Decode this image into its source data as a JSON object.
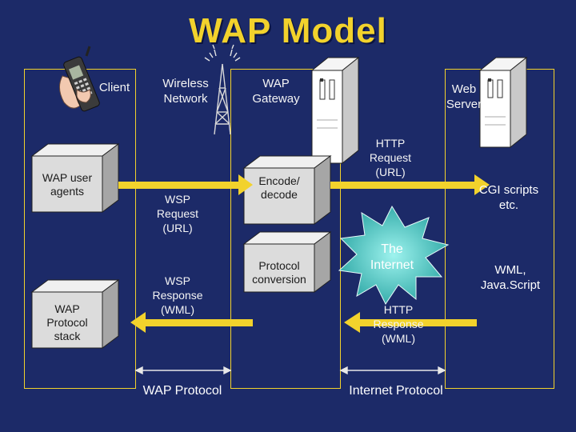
{
  "title": "WAP Model",
  "client_label": "Client",
  "wireless_network_label": "Wireless\nNetwork",
  "gateway_label": "WAP\nGateway",
  "web_server_label": "Web\nServer",
  "wap_user_agents": "WAP user\nagents",
  "wap_protocol_stack": "WAP\nProtocol\nstack",
  "encode_decode": "Encode/\ndecode",
  "protocol_conversion": "Protocol\nconversion",
  "wsp_request": "WSP\nRequest\n(URL)",
  "wsp_response": "WSP\nResponse\n(WML)",
  "http_request": "HTTP\nRequest\n(URL)",
  "http_response": "HTTP\nResponse\n(WML)",
  "the_internet": "The\nInternet",
  "cgi_scripts": "CGI scripts\netc.",
  "wml_javascript": "WML,\nJava.Script",
  "wap_protocol": "WAP Protocol",
  "internet_protocol": "Internet Protocol",
  "colors": {
    "background": "#1c2a68",
    "accent": "#f2d22c",
    "box": "#dcdcdc"
  }
}
